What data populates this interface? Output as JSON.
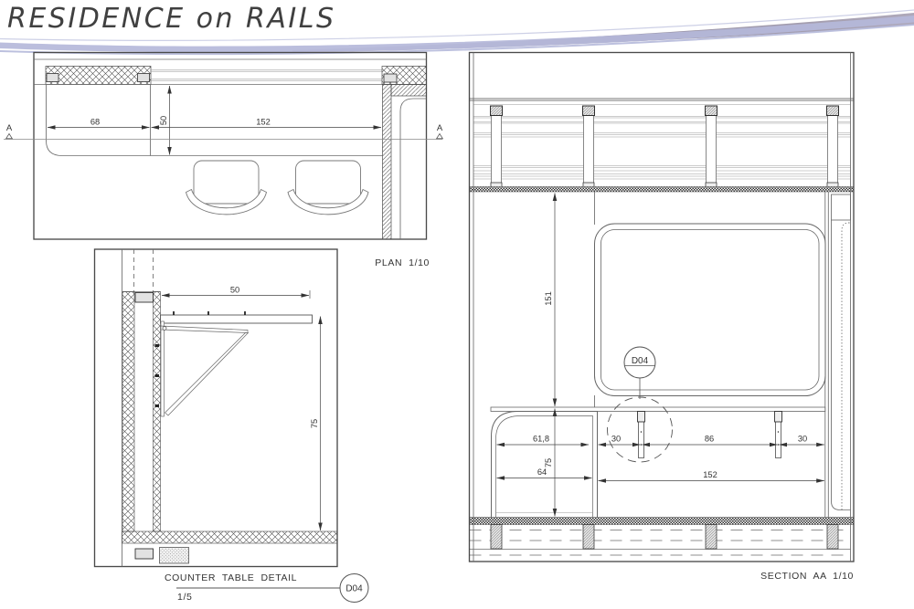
{
  "logo": {
    "title": "RESIDENCE on RAILS"
  },
  "plan": {
    "label": "PLAN  1/10",
    "dim_68": "68",
    "dim_50": "50",
    "dim_152": "152",
    "marker_a": "A"
  },
  "detail": {
    "label": "COUNTER  TABLE  DETAIL",
    "scale": "1/5",
    "balloon": "D04",
    "dim_50": "50",
    "dim_75": "75"
  },
  "section": {
    "label": "SECTION  AA  1/10",
    "balloon": "D04",
    "dim_151": "151",
    "dim_618": "61,8",
    "dim_75": "75",
    "dim_64": "64",
    "dim_30_left": "30",
    "dim_86": "86",
    "dim_30_right": "30",
    "dim_152": "152"
  },
  "colors": {
    "swoosh_lavender": "#b5b9da",
    "swoosh_line_light": "#cdd0e6",
    "line_dark": "#3c3c3c",
    "line_mid": "#6b6b6b",
    "cap_fill": "#e2e2e2"
  }
}
